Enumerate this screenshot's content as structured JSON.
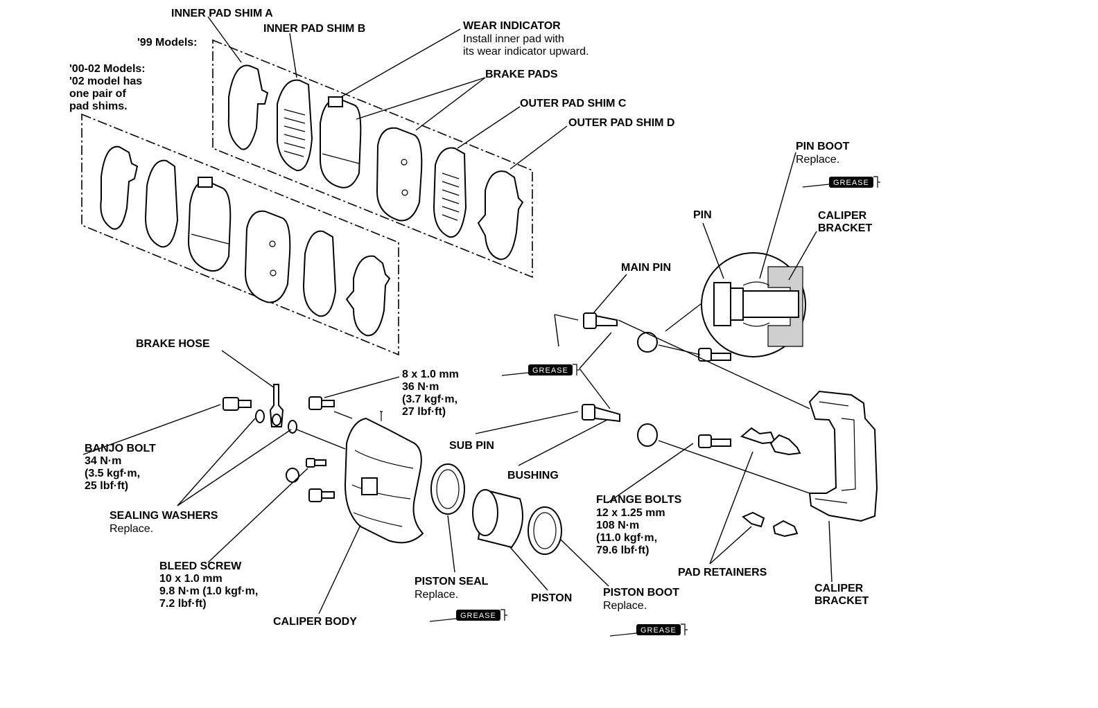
{
  "labels": {
    "inner_pad_shim_a": "INNER PAD SHIM A",
    "inner_pad_shim_b": "INNER PAD SHIM B",
    "models_99": "'99 Models:",
    "models_00_02": [
      "'00-02 Models:",
      "'02 model has",
      "one pair of",
      "pad shims."
    ],
    "wear_indicator": "WEAR INDICATOR",
    "wear_indicator_note": [
      "Install inner pad with",
      "its wear indicator upward."
    ],
    "brake_pads": "BRAKE PADS",
    "outer_pad_shim_c": "OUTER PAD SHIM C",
    "outer_pad_shim_d": "OUTER PAD SHIM D",
    "pin_boot": "PIN BOOT",
    "pin_boot_note": "Replace.",
    "pin": "PIN",
    "caliper_bracket_top": [
      "CALIPER",
      "BRACKET"
    ],
    "main_pin": "MAIN PIN",
    "brake_hose": "BRAKE HOSE",
    "bolt_spec": [
      "8 x 1.0 mm",
      "36 N·m",
      "(3.7 kgf·m,",
      "27 lbf·ft)"
    ],
    "banjo_bolt": "BANJO BOLT",
    "banjo_bolt_spec": [
      "34 N·m",
      "(3.5 kgf·m,",
      "25 lbf·ft)"
    ],
    "sub_pin": "SUB PIN",
    "bushing": "BUSHING",
    "sealing_washers": "SEALING WASHERS",
    "sealing_washers_note": "Replace.",
    "flange_bolts": "FLANGE BOLTS",
    "flange_bolts_spec": [
      "12 x 1.25 mm",
      "108 N·m",
      "(11.0 kgf·m,",
      "79.6 lbf·ft)"
    ],
    "bleed_screw": "BLEED SCREW",
    "bleed_screw_spec": [
      "10 x 1.0 mm",
      "9.8 N·m (1.0 kgf·m,",
      "7.2 lbf·ft)"
    ],
    "piston_seal": "PISTON SEAL",
    "piston_seal_note": "Replace.",
    "piston": "PISTON",
    "piston_boot": "PISTON BOOT",
    "piston_boot_note": "Replace.",
    "pad_retainers": "PAD RETAINERS",
    "caliper_bracket_bottom": [
      "CALIPER",
      "BRACKET"
    ],
    "caliper_body": "CALIPER BODY",
    "grease": "GREASE"
  }
}
